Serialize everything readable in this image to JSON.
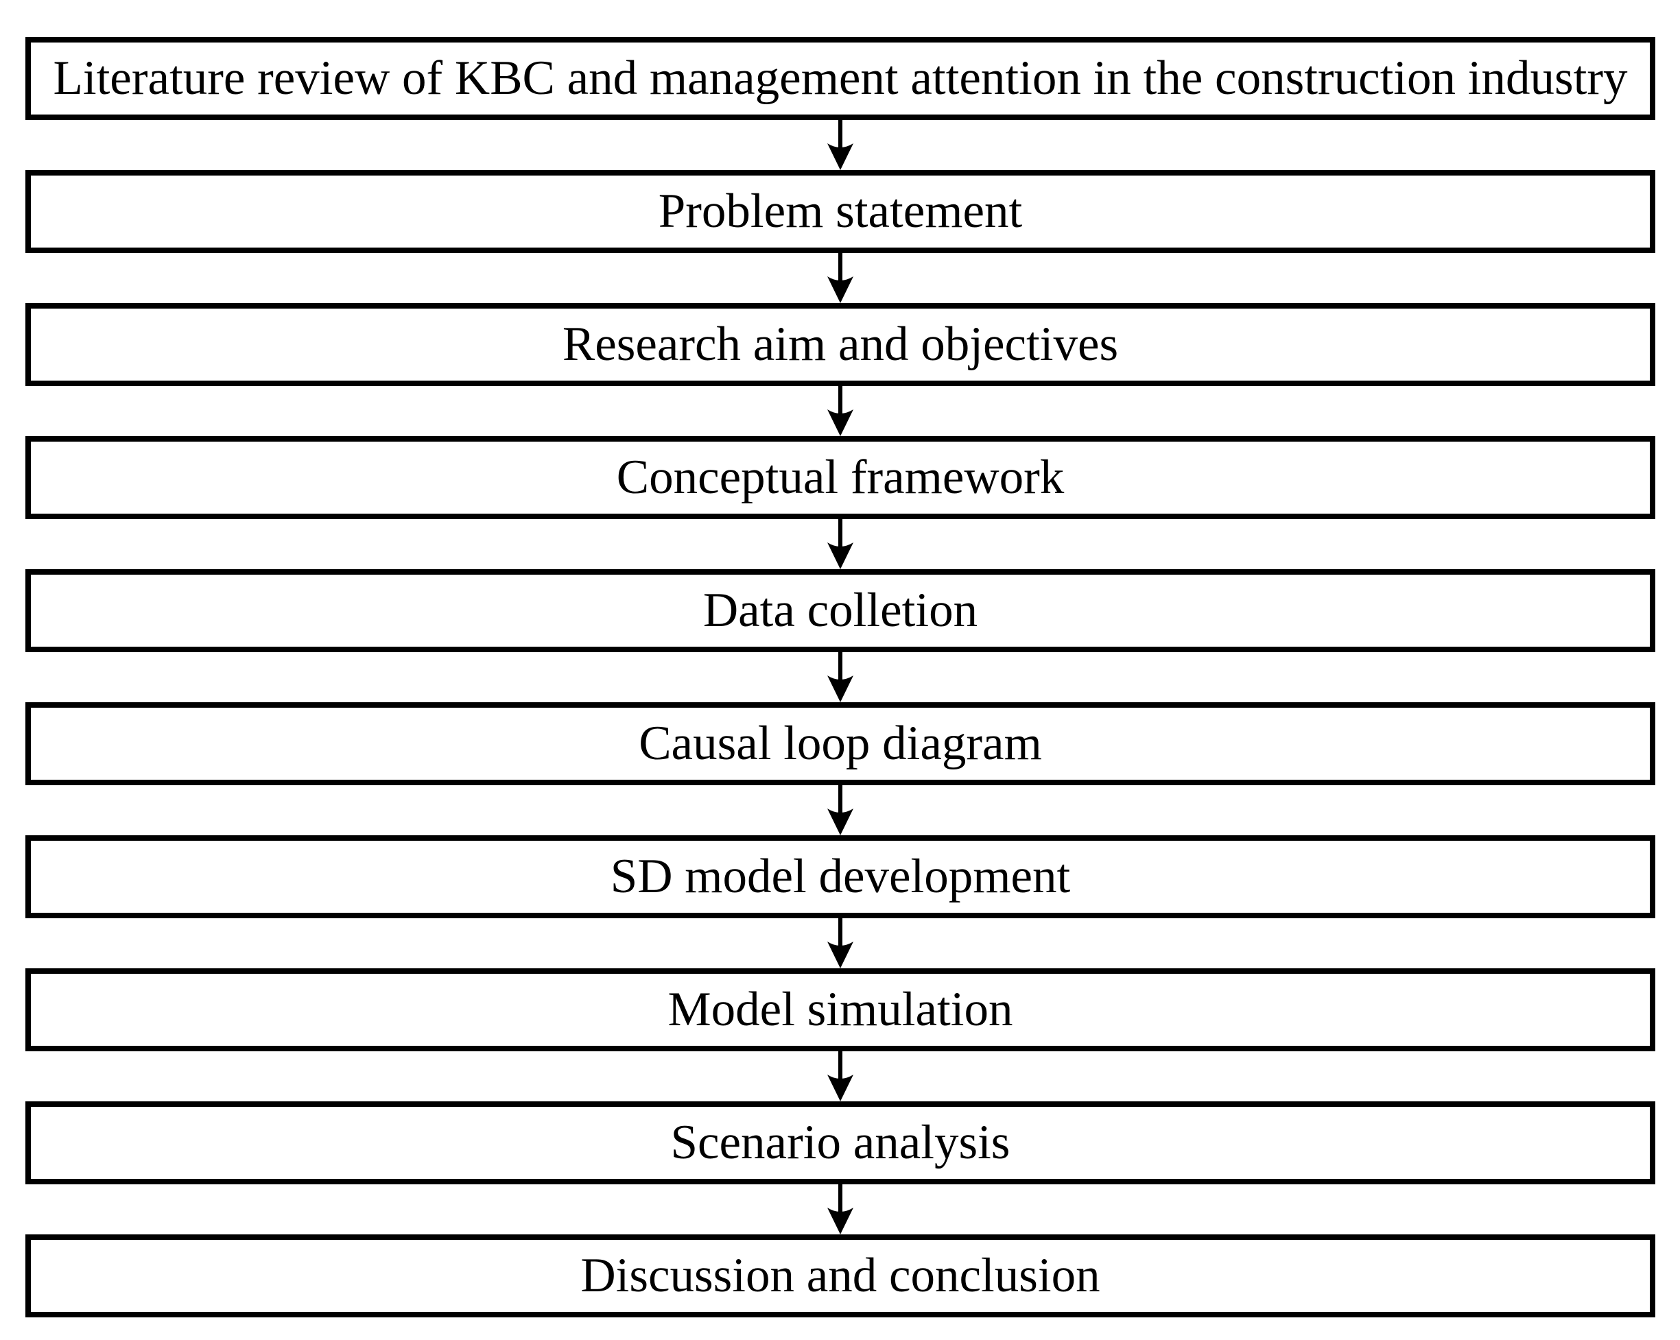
{
  "flowchart": {
    "description": "Vertical research methodology flowchart, ten boxes connected by downward arrows",
    "steps": [
      {
        "label": "Literature review of KBC and management attention in the construction industry"
      },
      {
        "label": "Problem statement"
      },
      {
        "label": "Research aim and objectives"
      },
      {
        "label": "Conceptual framework"
      },
      {
        "label": "Data colletion"
      },
      {
        "label": "Causal loop diagram"
      },
      {
        "label": "SD model development"
      },
      {
        "label": "Model simulation"
      },
      {
        "label": "Scenario analysis"
      },
      {
        "label": "Discussion and conclusion"
      }
    ],
    "colors": {
      "border": "#000000",
      "box_fill": "#ffffff",
      "text": "#000000",
      "arrow": "#000000",
      "background": "#ffffff"
    }
  }
}
